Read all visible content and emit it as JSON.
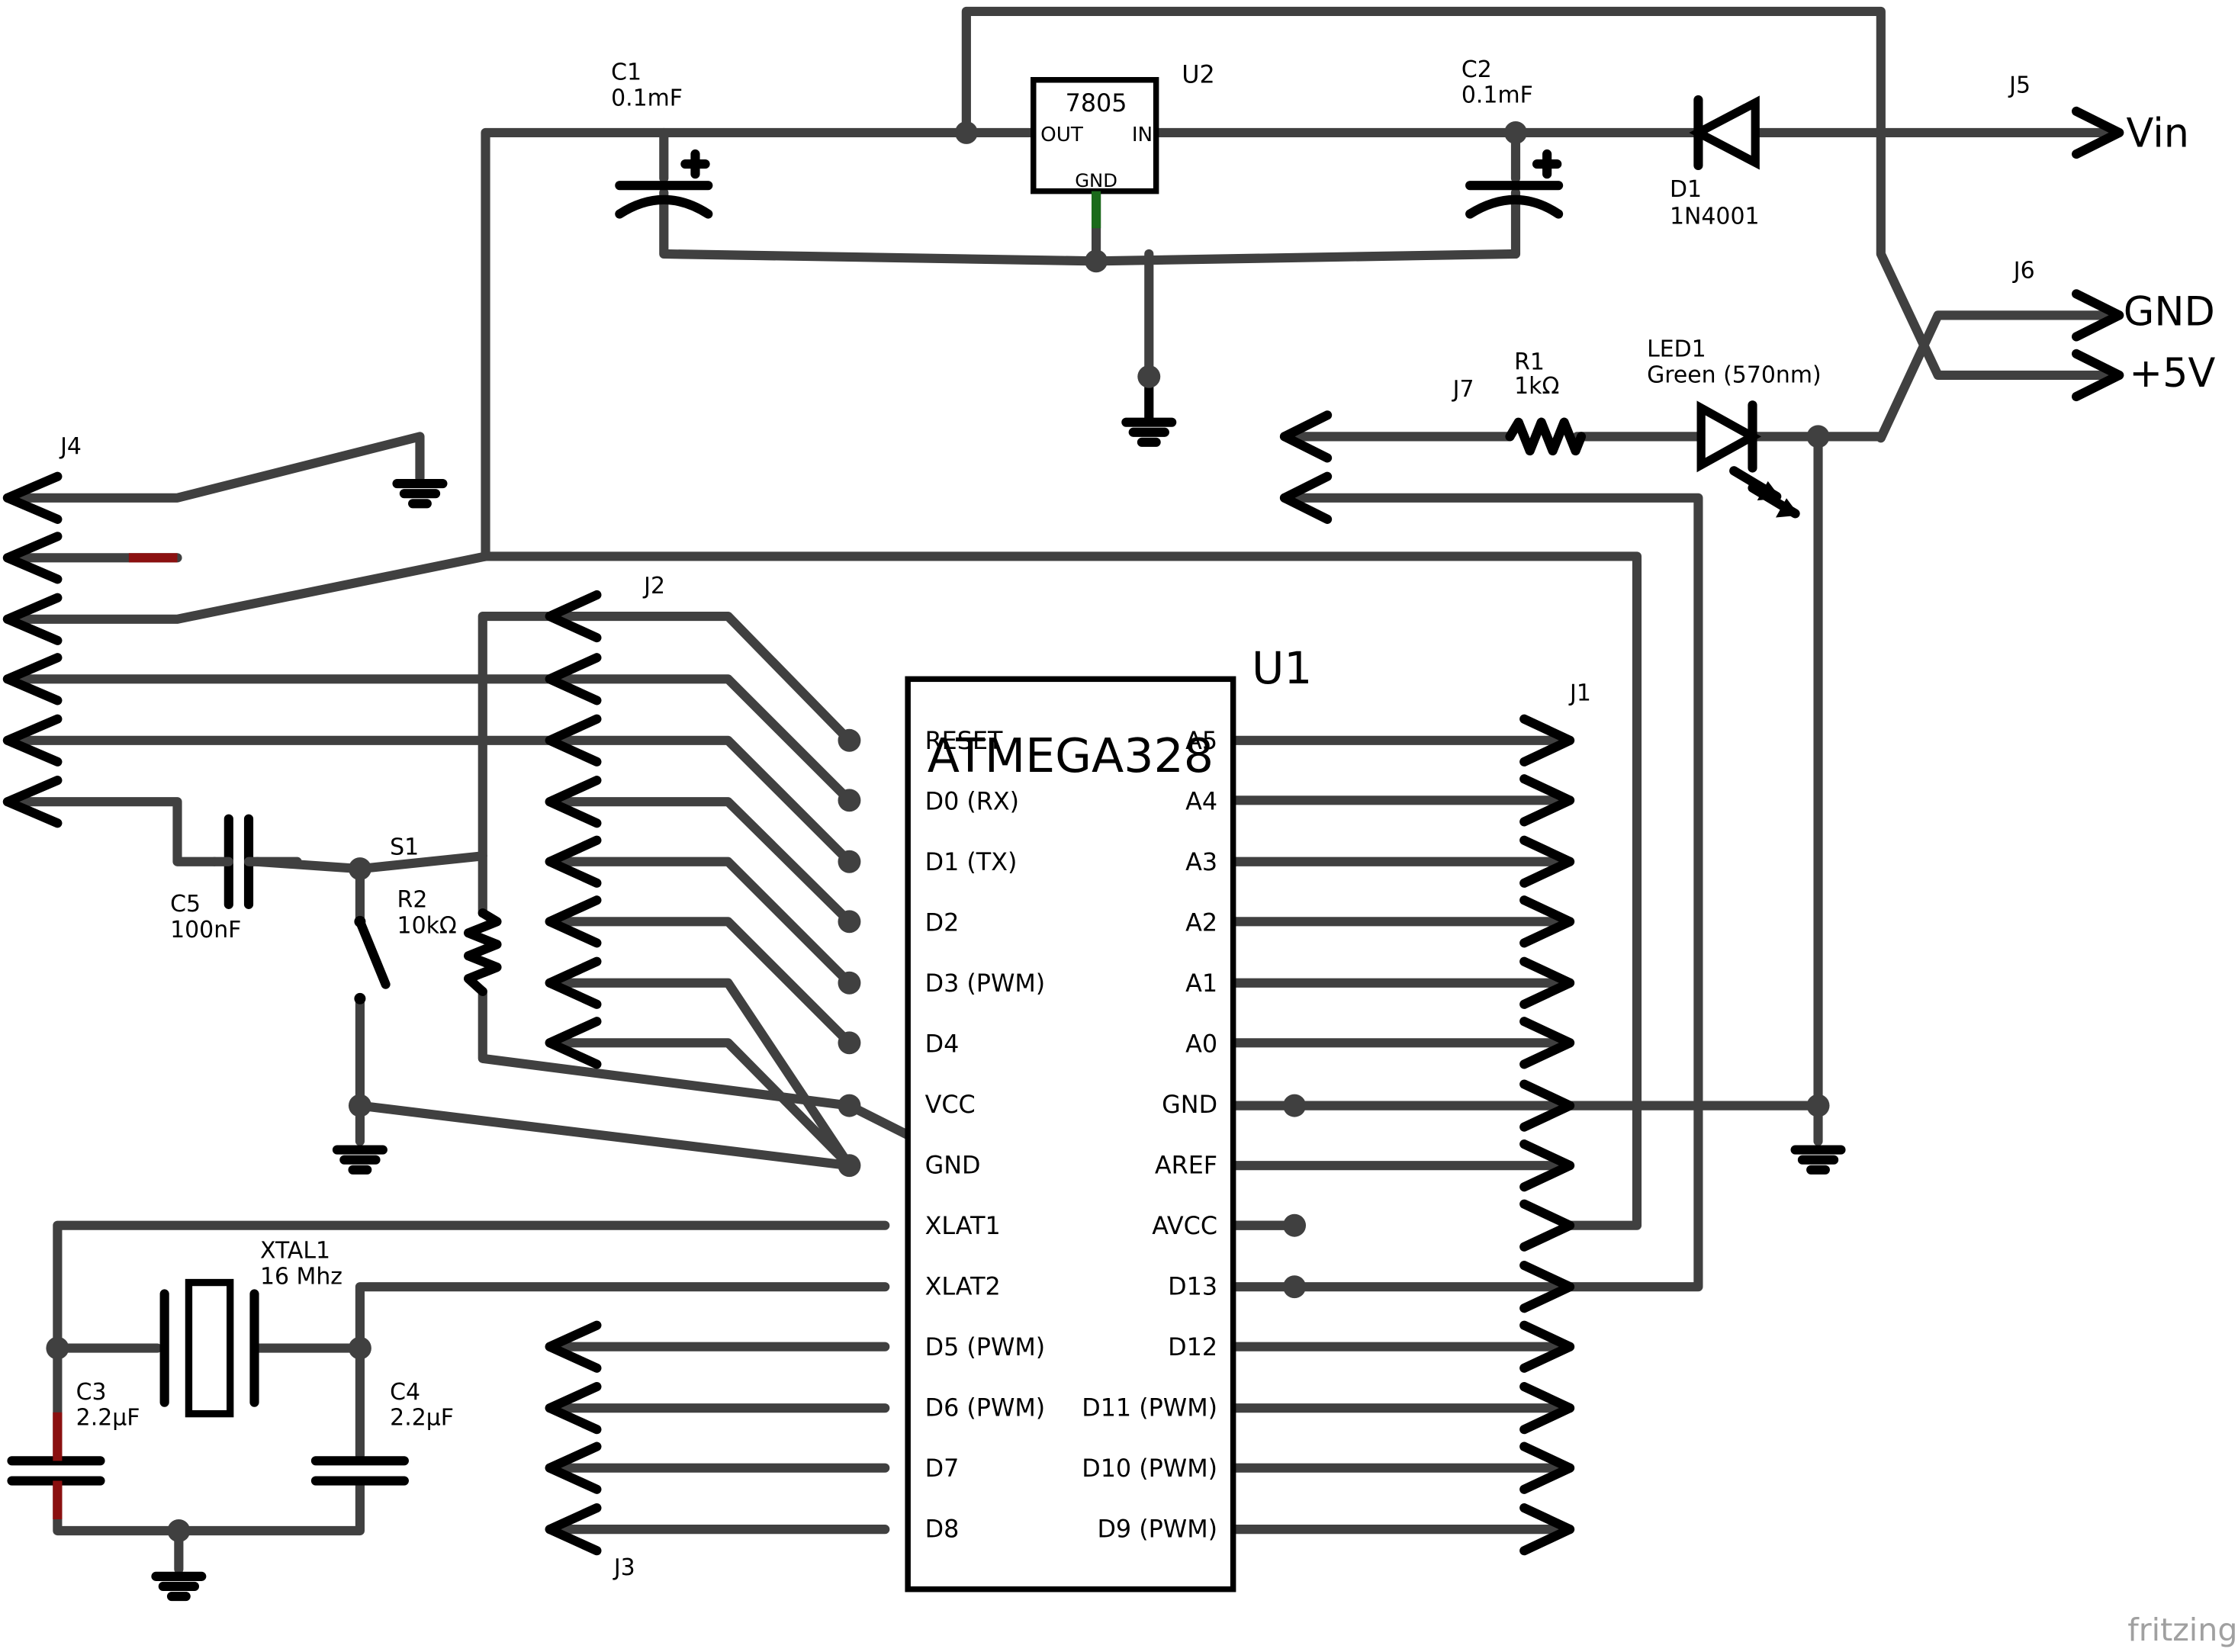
{
  "chip": {
    "name": "ATMEGA328",
    "ref": "U1"
  },
  "left_pins": [
    "RESET",
    "D0 (RX)",
    "D1 (TX)",
    "D2",
    "D3 (PWM)",
    "D4",
    "VCC",
    "GND",
    "XLAT1",
    "XLAT2",
    "D5 (PWM)",
    "D6 (PWM)",
    "D7",
    "D8"
  ],
  "right_pins": [
    "A5",
    "A4",
    "A3",
    "A2",
    "A1",
    "A0",
    "GND",
    "AREF",
    "AVCC",
    "D13",
    "D12",
    "D11 (PWM)",
    "D10 (PWM)",
    "D9 (PWM)"
  ],
  "regulator": {
    "ref": "U2",
    "name": "7805",
    "out": "OUT",
    "in": "IN",
    "gnd": "GND"
  },
  "c1": {
    "ref": "C1",
    "value": "0.1mF"
  },
  "c2": {
    "ref": "C2",
    "value": "0.1mF"
  },
  "c3": {
    "ref": "C3",
    "value": "2.2µF"
  },
  "c4": {
    "ref": "C4",
    "value": "2.2µF"
  },
  "c5": {
    "ref": "C5",
    "value": "100nF"
  },
  "d1": {
    "ref": "D1",
    "value": "1N4001"
  },
  "r1": {
    "ref": "R1",
    "value": "1kΩ"
  },
  "r2": {
    "ref": "R2",
    "value": "10kΩ"
  },
  "led1": {
    "ref": "LED1",
    "value": "Green (570nm)"
  },
  "xtal1": {
    "ref": "XTAL1",
    "value": "16 Mhz"
  },
  "s1": {
    "ref": "S1"
  },
  "connectors": {
    "j1": "J1",
    "j2": "J2",
    "j3": "J3",
    "j4": "J4",
    "j5": "J5",
    "j6": "J6",
    "j7": "J7"
  },
  "power_labels": {
    "vin": "Vin",
    "gnd": "GND",
    "v5": "+5V"
  },
  "watermark": "fritzing"
}
